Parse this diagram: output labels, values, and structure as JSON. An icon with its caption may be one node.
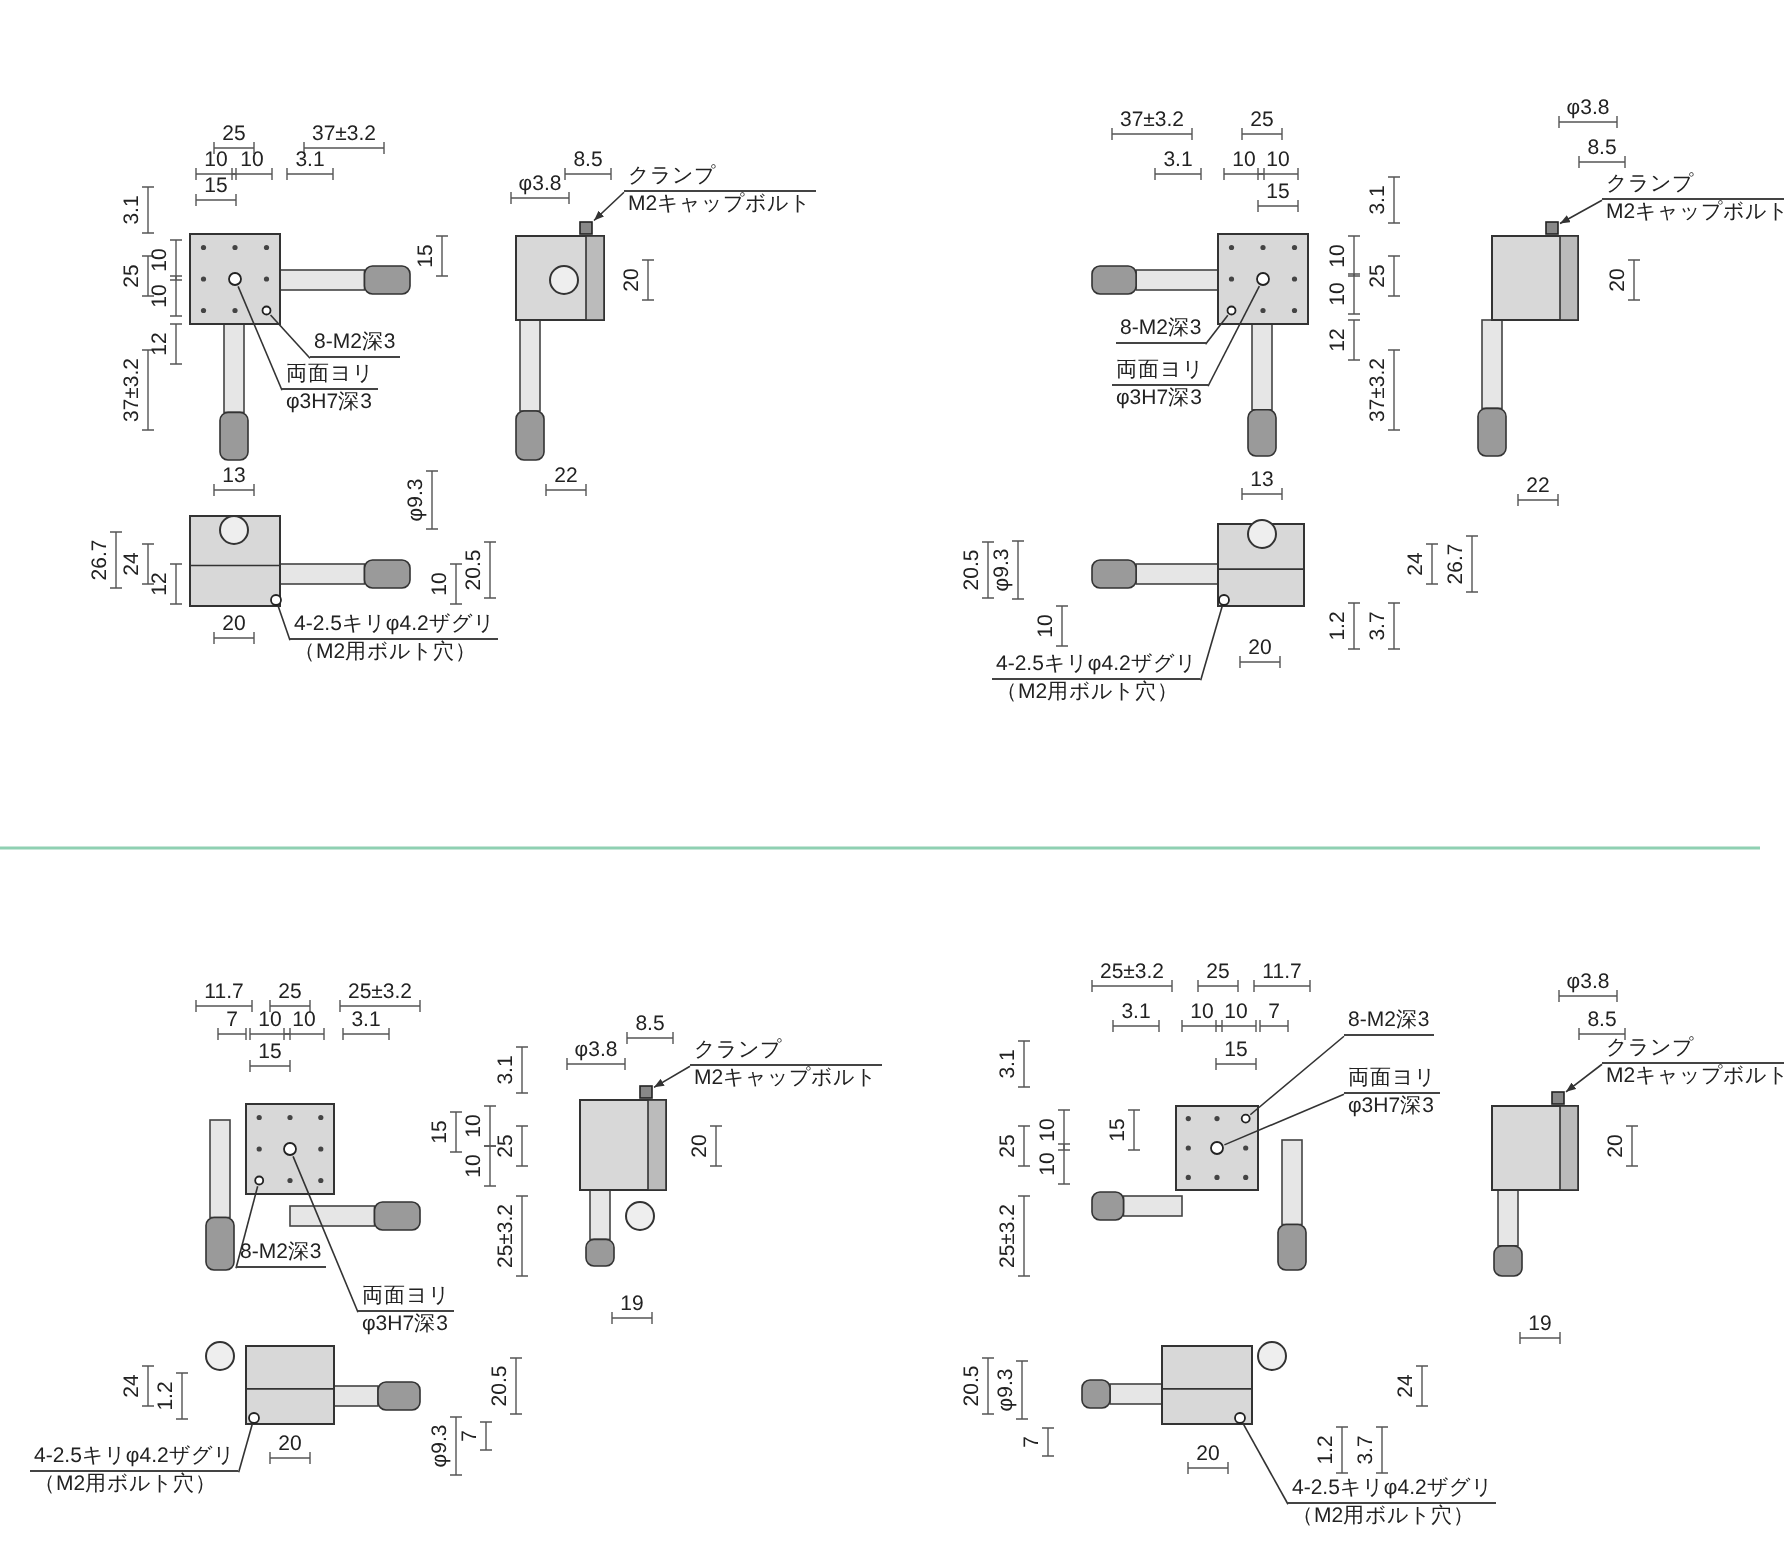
{
  "diagram": {
    "nodes": [
      {
        "text": [
          "8-M2深3"
        ]
      },
      {
        "text": [
          "両面ヨリ",
          "φ3H7深3"
        ]
      },
      {
        "text": [
          "クランプ",
          "M2キャップボルト"
        ]
      },
      {
        "text": [
          "4-2.5キリφ4.2ザグリ",
          "（M2用ボルト穴）"
        ]
      },
      {
        "text": [
          "8-M2深3"
        ]
      },
      {
        "text": [
          "両面ヨリ",
          "φ3H7深3"
        ]
      },
      {
        "text": [
          "クランプ",
          "M2キャップボルト"
        ]
      },
      {
        "text": [
          "4-2.5キリφ4.2ザグリ",
          "（M2用ボルト穴）"
        ]
      },
      {
        "text": [
          "8-M2深3"
        ]
      },
      {
        "text": [
          "両面ヨリ",
          "φ3H7深3"
        ]
      },
      {
        "text": [
          "クランプ",
          "M2キャップボルト"
        ]
      },
      {
        "text": [
          "4-2.5キリφ4.2ザグリ",
          "（M2用ボルト穴）"
        ]
      },
      {
        "text": [
          "8-M2深3"
        ]
      },
      {
        "text": [
          "両面ヨリ",
          "φ3H7深3"
        ]
      },
      {
        "text": [
          "クランプ",
          "M2キャップボルト"
        ]
      },
      {
        "text": [
          "4-2.5キリφ4.2ザグリ",
          "（M2用ボルト穴）"
        ]
      },
      {
        "text": [],
        "shape": "circle"
      },
      {
        "text": [],
        "shape": "circle"
      },
      {
        "text": [],
        "shape": "box"
      },
      {
        "text": [],
        "shape": "circle"
      },
      {
        "text": [],
        "shape": "circle"
      },
      {
        "text": [],
        "shape": "circle"
      },
      {
        "text": [],
        "shape": "box"
      },
      {
        "text": [],
        "shape": "circle"
      },
      {
        "text": [],
        "shape": "circle"
      },
      {
        "text": [],
        "shape": "circle"
      },
      {
        "text": [],
        "shape": "box"
      },
      {
        "text": [],
        "shape": "circle"
      },
      {
        "text": [],
        "shape": "circle"
      },
      {
        "text": [],
        "shape": "circle"
      },
      {
        "text": [],
        "shape": "box"
      },
      {
        "text": [],
        "shape": "circle"
      }
    ],
    "edges": [
      {
        "from": 0,
        "to": 16,
        "arrow": "none"
      },
      {
        "from": 1,
        "to": 17,
        "arrow": "none"
      },
      {
        "from": 2,
        "to": 18,
        "arrow": "to"
      },
      {
        "from": 3,
        "to": 19,
        "arrow": "none"
      },
      {
        "from": 4,
        "to": 20,
        "arrow": "none"
      },
      {
        "from": 5,
        "to": 21,
        "arrow": "none"
      },
      {
        "from": 6,
        "to": 22,
        "arrow": "to"
      },
      {
        "from": 7,
        "to": 23,
        "arrow": "none"
      },
      {
        "from": 8,
        "to": 24,
        "arrow": "none"
      },
      {
        "from": 9,
        "to": 25,
        "arrow": "none"
      },
      {
        "from": 10,
        "to": 26,
        "arrow": "to"
      },
      {
        "from": 11,
        "to": 27,
        "arrow": "none"
      },
      {
        "from": 12,
        "to": 28,
        "arrow": "none"
      },
      {
        "from": 13,
        "to": 29,
        "arrow": "none"
      },
      {
        "from": 14,
        "to": 30,
        "arrow": "to"
      },
      {
        "from": 15,
        "to": 31,
        "arrow": "none"
      }
    ],
    "labels": [
      "25",
      "37±3.2",
      "10",
      "10",
      "3.1",
      "15",
      "3.1",
      "10",
      "25",
      "10",
      "15",
      "12",
      "37±3.2",
      "13",
      "φ3.8",
      "8.5",
      "20",
      "22",
      "φ9.3",
      "26.7",
      "24",
      "12",
      "10",
      "20.5",
      "20",
      "37±3.2",
      "25",
      "3.1",
      "10",
      "10",
      "15",
      "3.1",
      "10",
      "25",
      "10",
      "12",
      "37±3.2",
      "13",
      "φ3.8",
      "8.5",
      "20",
      "22",
      "20.5",
      "φ9.3",
      "24",
      "26.7",
      "10",
      "20",
      "1.2",
      "3.7",
      "11.7",
      "25",
      "25±3.2",
      "7",
      "10",
      "10",
      "3.1",
      "15",
      "3.1",
      "15",
      "10",
      "25",
      "10",
      "25±3.2",
      "φ3.8",
      "8.5",
      "20",
      "19",
      "24",
      "1.2",
      "20.5",
      "20",
      "φ9.3",
      "7",
      "25±3.2",
      "25",
      "11.7",
      "3.1",
      "10",
      "10",
      "7",
      "15",
      "3.1",
      "10",
      "15",
      "25",
      "10",
      "25±3.2",
      "φ3.8",
      "8.5",
      "20",
      "19",
      "20.5",
      "φ9.3",
      "24",
      "7",
      "20",
      "1.2",
      "3.7"
    ]
  }
}
